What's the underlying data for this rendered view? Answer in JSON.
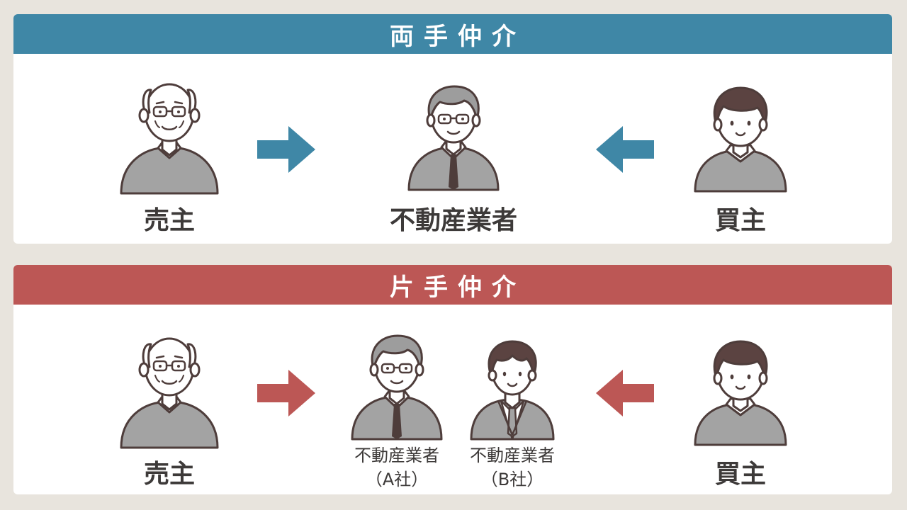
{
  "colors": {
    "background": "#e8e4dd",
    "panel": "#ffffff",
    "ryote_accent": "#3f87a6",
    "katate_accent": "#bc5755",
    "outline": "#4e3d3b",
    "clothes": "#a3a3a3",
    "hair_gray": "#9d9d9d",
    "hair_dark": "#5b4341",
    "skin": "#ffffff"
  },
  "ryote": {
    "title": "両手仲介",
    "seller_label": "売主",
    "agent_label": "不動産業者",
    "buyer_label": "買主",
    "seller_icon": "elderly-man-glasses-icon",
    "agent_icon": "businessman-gray-hair-glasses-icon",
    "buyer_icon": "young-man-icon"
  },
  "katate": {
    "title": "片手仲介",
    "seller_label": "売主",
    "agent_a_label": "不動産業者",
    "agent_a_company": "（A社）",
    "agent_b_label": "不動産業者",
    "agent_b_company": "（B社）",
    "buyer_label": "買主",
    "seller_icon": "elderly-man-glasses-icon",
    "agent_a_icon": "businessman-gray-hair-glasses-icon",
    "agent_b_icon": "young-businessman-suit-icon",
    "buyer_icon": "young-man-icon"
  }
}
